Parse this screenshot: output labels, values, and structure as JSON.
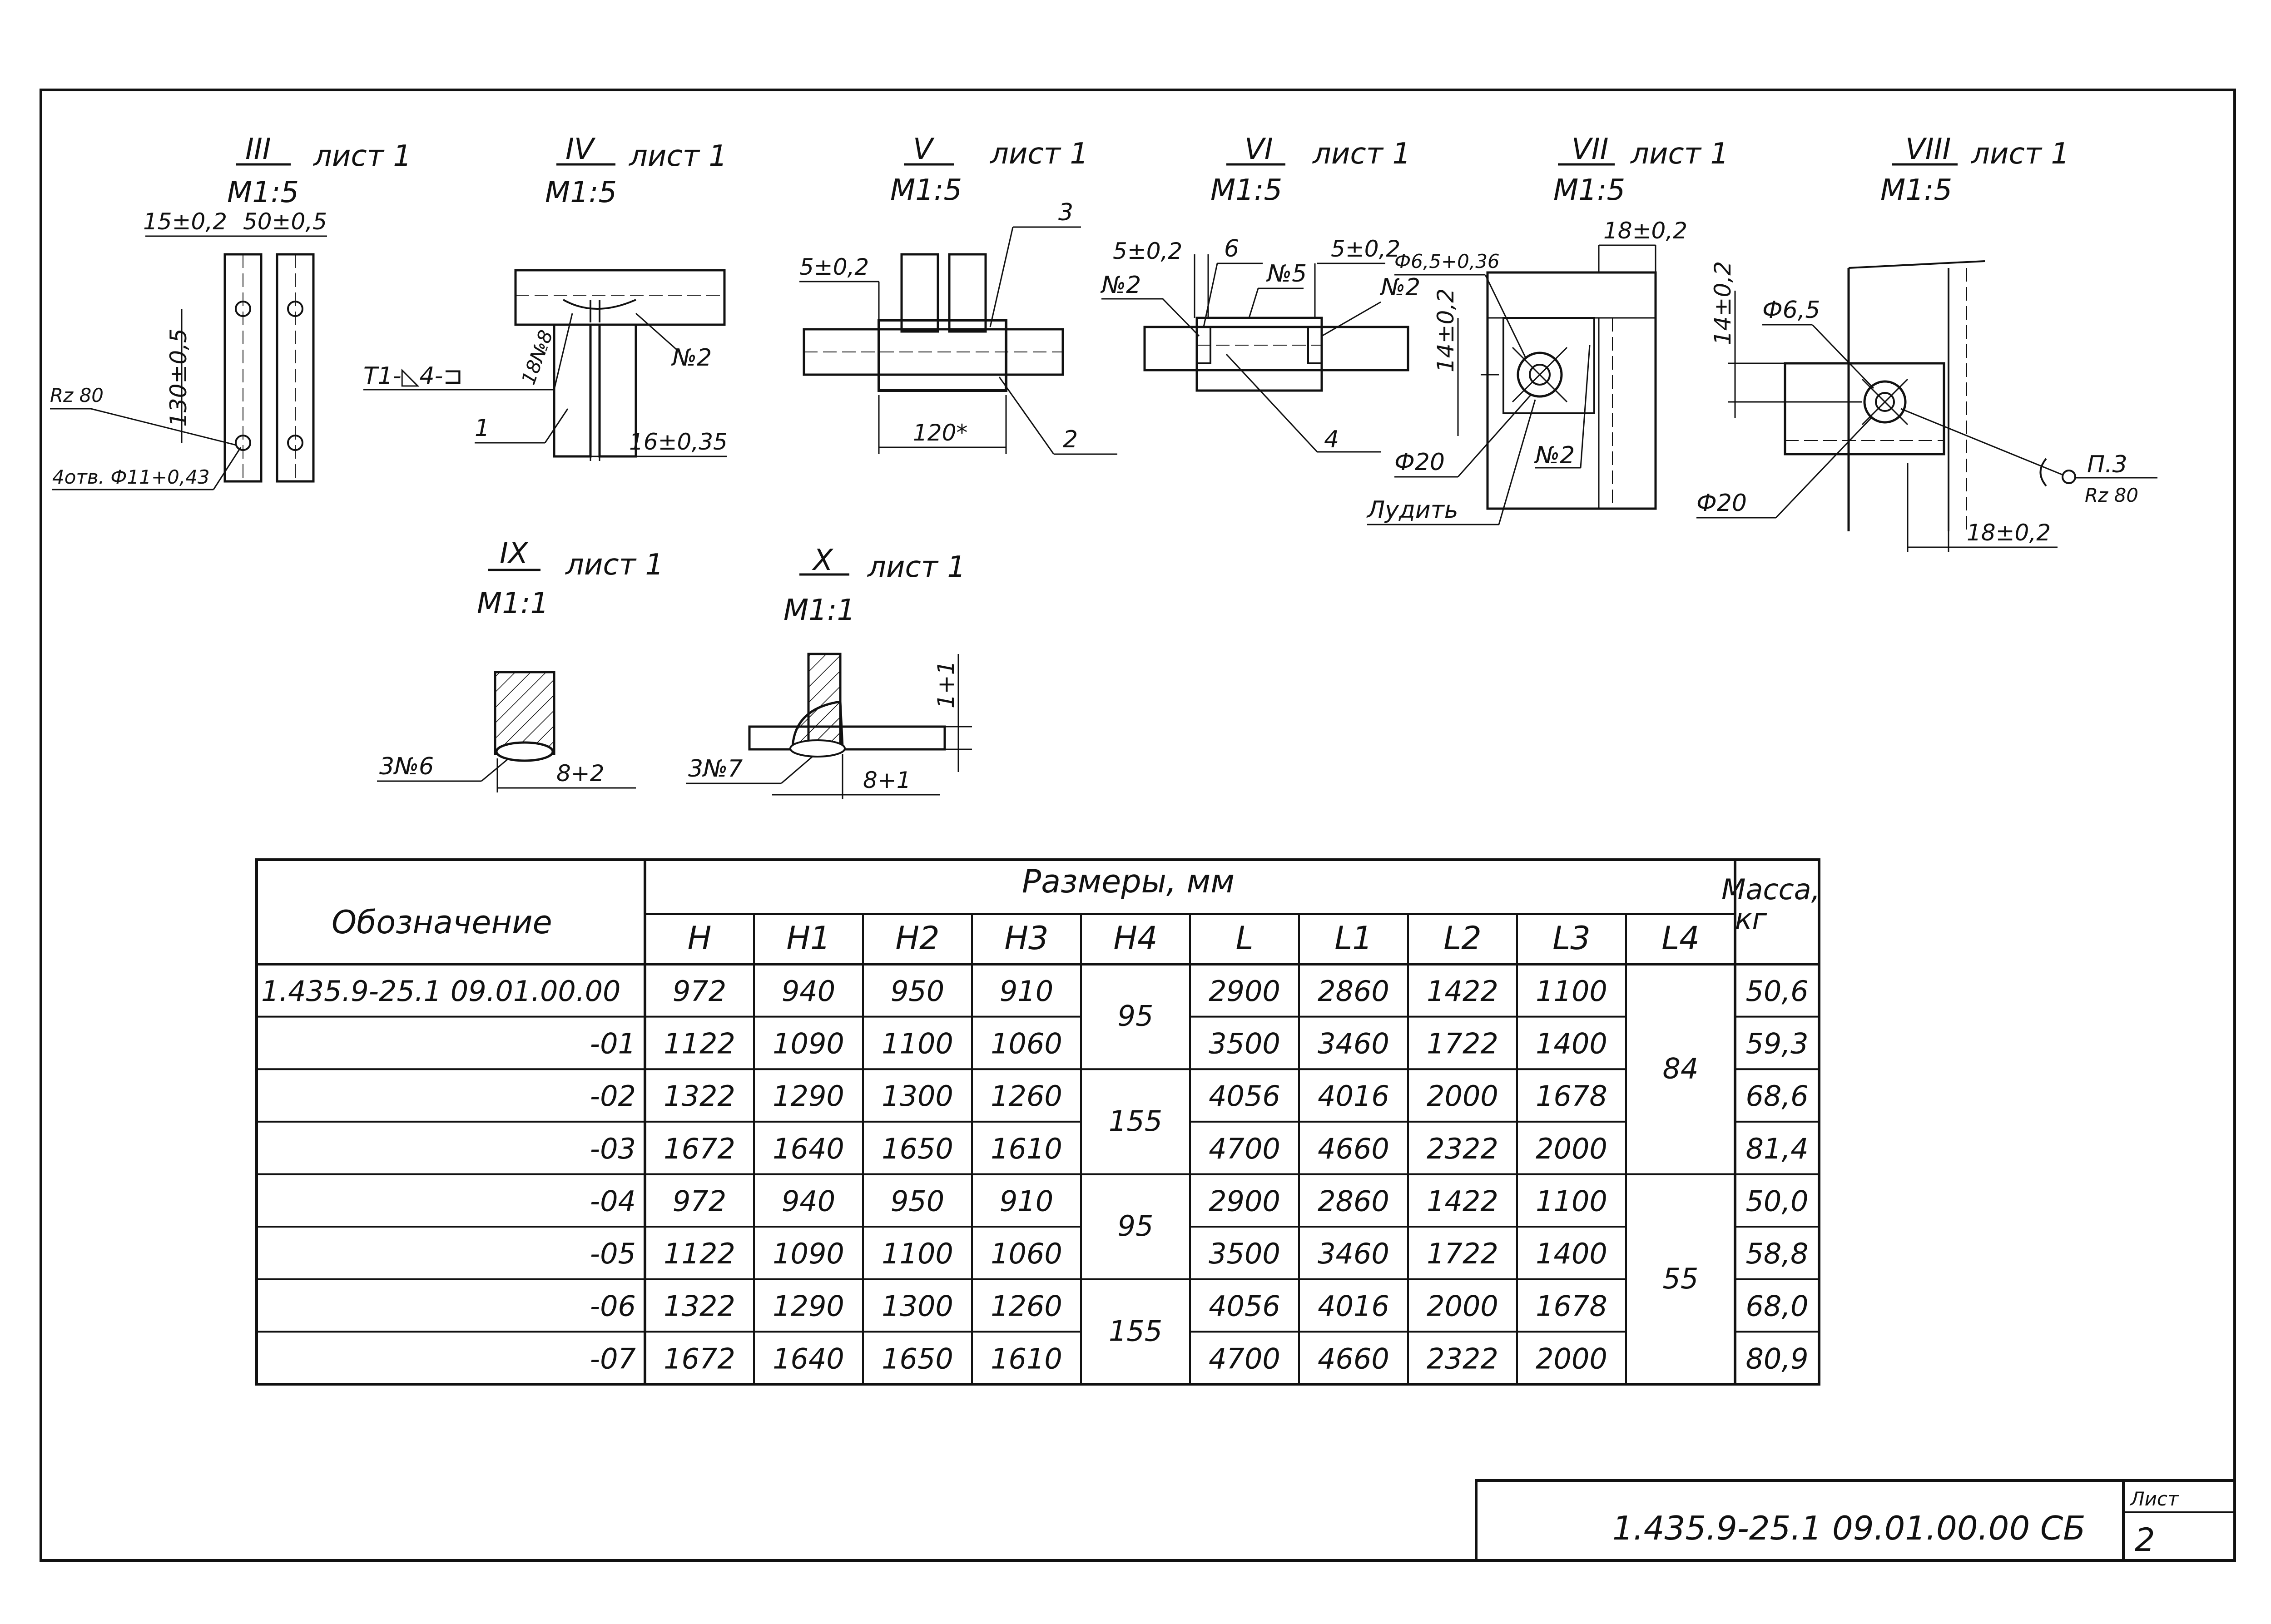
{
  "views": [
    {
      "id": "III",
      "sheet_ref": "лист 1",
      "scale": "М1:5",
      "dims": [
        "15±0,2",
        "50±0,5",
        "130±0,5"
      ],
      "notes": [
        "Rz 80",
        "4отв. Ф11+0,43"
      ]
    },
    {
      "id": "IV",
      "sheet_ref": "лист 1",
      "scale": "М1:5",
      "dims": [
        "16±0,35"
      ],
      "notes": [
        "Т1-◺4-⊐",
        "18№8",
        "№2",
        "1"
      ]
    },
    {
      "id": "V",
      "sheet_ref": "лист 1",
      "scale": "М1:5",
      "dims": [
        "5±0,2",
        "120*"
      ],
      "notes": [
        "3",
        "2"
      ]
    },
    {
      "id": "VI",
      "sheet_ref": "лист 1",
      "scale": "М1:5",
      "dims": [
        "5±0,2",
        "5±0,2"
      ],
      "notes": [
        "6",
        "№2",
        "№5",
        "№2",
        "4"
      ]
    },
    {
      "id": "VII",
      "sheet_ref": "лист 1",
      "scale": "М1:5",
      "dims": [
        "Ф6,5+0,36",
        "18±0,2",
        "14±0,2"
      ],
      "notes": [
        "Ф20",
        "Лудить",
        "№2"
      ]
    },
    {
      "id": "VIII",
      "sheet_ref": "лист 1",
      "scale": "М1:5",
      "dims": [
        "14±0,2",
        "Ф6,5",
        "18±0,2"
      ],
      "notes": [
        "Ф20",
        "П.3",
        "Rz 80"
      ]
    },
    {
      "id": "IX",
      "sheet_ref": "лист 1",
      "scale": "М1:1",
      "dims": [
        "8+2"
      ],
      "notes": [
        "3№6"
      ]
    },
    {
      "id": "X",
      "sheet_ref": "лист 1",
      "scale": "М1:1",
      "dims": [
        "8+1",
        "1+1"
      ],
      "notes": [
        "3№7"
      ]
    }
  ],
  "table": {
    "designation_header": "Обозначение",
    "group_header": "Размеры,        мм",
    "mass_header_1": "Масса,",
    "mass_header_2": "кг",
    "columns": [
      "Н",
      "Н1",
      "Н2",
      "Н3",
      "Н4",
      "L",
      "L1",
      "L2",
      "L3",
      "L4"
    ],
    "h4_merged": [
      {
        "value": "95",
        "rows": 2
      },
      {
        "value": "155",
        "rows": 2
      },
      {
        "value": "95",
        "rows": 2
      },
      {
        "value": "155",
        "rows": 2
      }
    ],
    "l4_merged": [
      {
        "value": "84",
        "rows": 4
      },
      {
        "value": "55",
        "rows": 4
      }
    ],
    "rows": [
      {
        "designation": "1.435.9-25.1  09.01.00.00",
        "H": "972",
        "H1": "940",
        "H2": "950",
        "H3": "910",
        "L": "2900",
        "L1": "2860",
        "L2": "1422",
        "L3": "1100",
        "mass": "50,6"
      },
      {
        "designation": "-01",
        "H": "1122",
        "H1": "1090",
        "H2": "1100",
        "H3": "1060",
        "L": "3500",
        "L1": "3460",
        "L2": "1722",
        "L3": "1400",
        "mass": "59,3"
      },
      {
        "designation": "-02",
        "H": "1322",
        "H1": "1290",
        "H2": "1300",
        "H3": "1260",
        "L": "4056",
        "L1": "4016",
        "L2": "2000",
        "L3": "1678",
        "mass": "68,6"
      },
      {
        "designation": "-03",
        "H": "1672",
        "H1": "1640",
        "H2": "1650",
        "H3": "1610",
        "L": "4700",
        "L1": "4660",
        "L2": "2322",
        "L3": "2000",
        "mass": "81,4"
      },
      {
        "designation": "-04",
        "H": "972",
        "H1": "940",
        "H2": "950",
        "H3": "910",
        "L": "2900",
        "L1": "2860",
        "L2": "1422",
        "L3": "1100",
        "mass": "50,0"
      },
      {
        "designation": "-05",
        "H": "1122",
        "H1": "1090",
        "H2": "1100",
        "H3": "1060",
        "L": "3500",
        "L1": "3460",
        "L2": "1722",
        "L3": "1400",
        "mass": "58,8"
      },
      {
        "designation": "-06",
        "H": "1322",
        "H1": "1290",
        "H2": "1300",
        "H3": "1260",
        "L": "4056",
        "L1": "4016",
        "L2": "2000",
        "L3": "1678",
        "mass": "68,0"
      },
      {
        "designation": "-07",
        "H": "1672",
        "H1": "1640",
        "H2": "1650",
        "H3": "1610",
        "L": "4700",
        "L1": "4660",
        "L2": "2322",
        "L3": "2000",
        "mass": "80,9"
      }
    ]
  },
  "title_block": {
    "doc_number": "1.435.9-25.1  09.01.00.00 СБ",
    "sheet_label": "Лист",
    "sheet_number": "2"
  }
}
